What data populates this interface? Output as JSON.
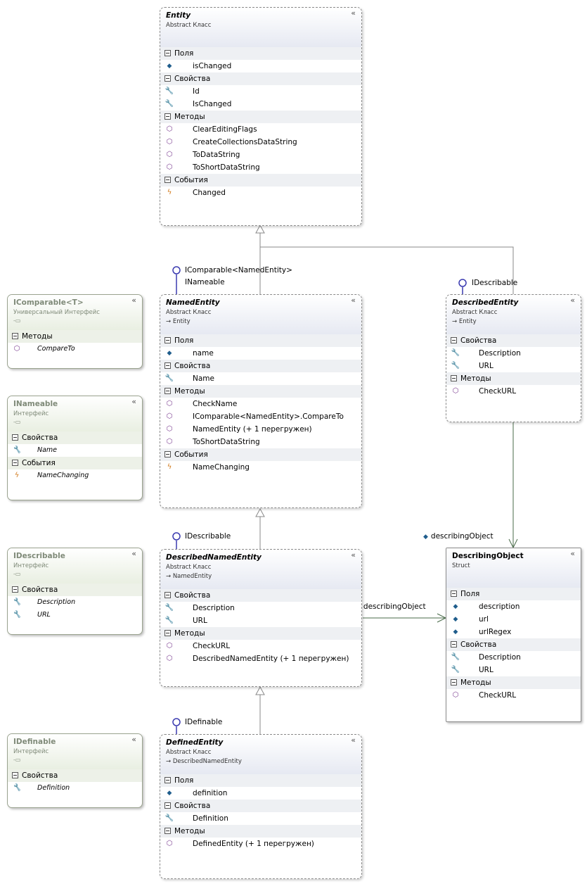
{
  "collapse_glyph": "«",
  "connectors": {
    "icomparable_named": "IComparable<NamedEntity>",
    "inameable": "INameable",
    "idescribable_entity": "IDescribable",
    "idescribable_named": "IDescribable",
    "idefinable": "IDefinable",
    "assoc_describing_object_top": "describingObject",
    "assoc_describing_object_side": "describingObject"
  },
  "classes": {
    "entity": {
      "name": "Entity",
      "stereotype": "Abstract Класс",
      "sections": [
        {
          "title": "Поля",
          "members": [
            {
              "icon": "field-icon",
              "name": "isChanged"
            }
          ]
        },
        {
          "title": "Свойства",
          "members": [
            {
              "icon": "property-icon",
              "name": "Id"
            },
            {
              "icon": "property-icon",
              "name": "IsChanged"
            }
          ]
        },
        {
          "title": "Методы",
          "members": [
            {
              "icon": "method-icon",
              "name": "ClearEditingFlags"
            },
            {
              "icon": "method-icon",
              "name": "CreateCollectionsDataString"
            },
            {
              "icon": "method-icon",
              "name": "ToDataString"
            },
            {
              "icon": "method-icon",
              "name": "ToShortDataString"
            }
          ]
        },
        {
          "title": "События",
          "members": [
            {
              "icon": "event-icon",
              "name": "Changed"
            }
          ]
        }
      ]
    },
    "named_entity": {
      "name": "NamedEntity",
      "stereotype": "Abstract Класс",
      "parent": "Entity",
      "sections": [
        {
          "title": "Поля",
          "members": [
            {
              "icon": "field-icon",
              "name": "name"
            }
          ]
        },
        {
          "title": "Свойства",
          "members": [
            {
              "icon": "property-icon",
              "name": "Name"
            }
          ]
        },
        {
          "title": "Методы",
          "members": [
            {
              "icon": "method-icon",
              "name": "CheckName"
            },
            {
              "icon": "method-icon",
              "name": "IComparable<NamedEntity>.CompareTo"
            },
            {
              "icon": "method-icon",
              "name": "NamedEntity (+ 1 перегружен)"
            },
            {
              "icon": "method-icon",
              "name": "ToShortDataString"
            }
          ]
        },
        {
          "title": "События",
          "members": [
            {
              "icon": "event-icon",
              "name": "NameChanging"
            }
          ]
        }
      ]
    },
    "described_entity": {
      "name": "DescribedEntity",
      "stereotype": "Abstract Класс",
      "parent": "Entity",
      "sections": [
        {
          "title": "Свойства",
          "members": [
            {
              "icon": "property-icon",
              "name": "Description"
            },
            {
              "icon": "property-icon",
              "name": "URL"
            }
          ]
        },
        {
          "title": "Методы",
          "members": [
            {
              "icon": "method-icon",
              "name": "CheckURL"
            }
          ]
        }
      ]
    },
    "described_named_entity": {
      "name": "DescribedNamedEntity",
      "stereotype": "Abstract Класс",
      "parent": "NamedEntity",
      "sections": [
        {
          "title": "Свойства",
          "members": [
            {
              "icon": "property-icon",
              "name": "Description"
            },
            {
              "icon": "property-icon",
              "name": "URL"
            }
          ]
        },
        {
          "title": "Методы",
          "members": [
            {
              "icon": "method-icon",
              "name": "CheckURL"
            },
            {
              "icon": "method-icon",
              "name": "DescribedNamedEntity (+ 1 перегружен)"
            }
          ]
        }
      ]
    },
    "defined_entity": {
      "name": "DefinedEntity",
      "stereotype": "Abstract Класс",
      "parent": "DescribedNamedEntity",
      "sections": [
        {
          "title": "Поля",
          "members": [
            {
              "icon": "field-icon",
              "name": "definition"
            }
          ]
        },
        {
          "title": "Свойства",
          "members": [
            {
              "icon": "property-icon",
              "name": "Definition"
            }
          ]
        },
        {
          "title": "Методы",
          "members": [
            {
              "icon": "method-icon",
              "name": "DefinedEntity (+ 1 перегружен)"
            }
          ]
        }
      ]
    },
    "describing_object": {
      "name": "DescribingObject",
      "stereotype": "Struct",
      "sections": [
        {
          "title": "Поля",
          "members": [
            {
              "icon": "field-icon",
              "name": "description"
            },
            {
              "icon": "field-icon",
              "name": "url"
            },
            {
              "icon": "field-icon",
              "name": "urlRegex"
            }
          ]
        },
        {
          "title": "Свойства",
          "members": [
            {
              "icon": "property-icon",
              "name": "Description"
            },
            {
              "icon": "property-icon",
              "name": "URL"
            }
          ]
        },
        {
          "title": "Методы",
          "members": [
            {
              "icon": "method-icon",
              "name": "CheckURL"
            }
          ]
        }
      ]
    }
  },
  "interfaces": {
    "icomparable": {
      "name": "IComparable<T>",
      "stereotype": "Универсальный Интерфейс",
      "glyph": "-▭",
      "sections": [
        {
          "title": "Методы",
          "members": [
            {
              "icon": "method-icon",
              "name": "CompareTo"
            }
          ]
        }
      ]
    },
    "inameable": {
      "name": "INameable",
      "stereotype": "Интерфейс",
      "glyph": "-▭",
      "sections": [
        {
          "title": "Свойства",
          "members": [
            {
              "icon": "property-icon",
              "name": "Name"
            }
          ]
        },
        {
          "title": "События",
          "members": [
            {
              "icon": "event-icon",
              "name": "NameChanging"
            }
          ]
        }
      ]
    },
    "idescribable": {
      "name": "IDescribable",
      "stereotype": "Интерфейс",
      "glyph": "-▭",
      "sections": [
        {
          "title": "Свойства",
          "members": [
            {
              "icon": "property-icon",
              "name": "Description"
            },
            {
              "icon": "property-icon",
              "name": "URL"
            }
          ]
        }
      ]
    },
    "idefinable": {
      "name": "IDefinable",
      "stereotype": "Интерфейс",
      "glyph": "-▭",
      "sections": [
        {
          "title": "Свойства",
          "members": [
            {
              "icon": "property-icon",
              "name": "Definition"
            }
          ]
        }
      ]
    }
  },
  "colors": {
    "lollipop": "#3a3ab0",
    "inheritance": "#888888",
    "association": "#4a6b4a"
  }
}
